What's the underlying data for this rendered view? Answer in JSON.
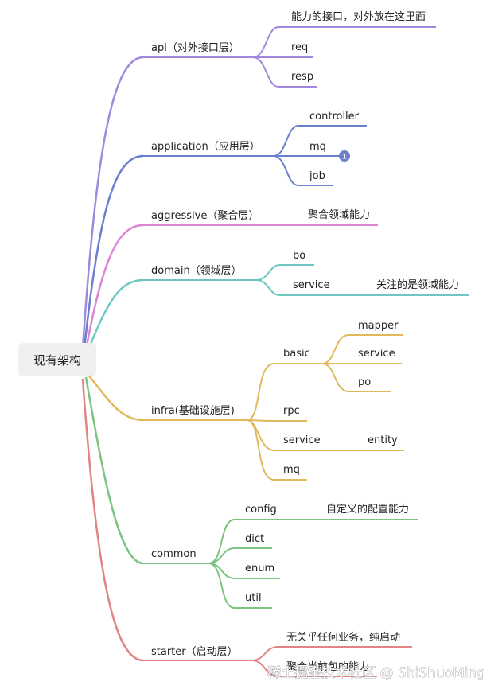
{
  "root": {
    "label": "现有架构"
  },
  "colors": {
    "api": "#a089dc",
    "application": "#6b7fcd",
    "aggressive": "#dd84d3",
    "domain": "#6ec7c2",
    "infra": "#e0b95a",
    "common": "#7cc47f",
    "starter": "#e08584",
    "root_bg": "#f0f0f0"
  },
  "branches": {
    "api": {
      "label": "api（对外接口层）",
      "children": [
        "能力的接口，对外放在这里面",
        "req",
        "resp"
      ]
    },
    "application": {
      "label": "application（应用层）",
      "children": [
        "controller",
        "mq",
        "job"
      ],
      "badge": "1"
    },
    "aggressive": {
      "label": "aggressive（聚合层）",
      "children": [
        "聚合领域能力"
      ]
    },
    "domain": {
      "label": "domain（领域层）",
      "children": [
        "bo",
        "service"
      ],
      "grandchild": "关注的是领域能力"
    },
    "infra": {
      "label": "infra(基础设施层)",
      "children": [
        "basic",
        "rpc",
        "service",
        "mq"
      ],
      "basic_children": [
        "mapper",
        "service",
        "po"
      ],
      "service_child": "entity"
    },
    "common": {
      "label": "common",
      "children": [
        "config",
        "dict",
        "enum",
        "util"
      ],
      "config_child": "自定义的配置能力"
    },
    "starter": {
      "label": "starter（启动层）",
      "children": [
        "无关乎任何业务，纯启动",
        "聚合当前包的能力"
      ]
    }
  },
  "watermark": "稀土掘金技术社区 @ ShiShuoMing"
}
